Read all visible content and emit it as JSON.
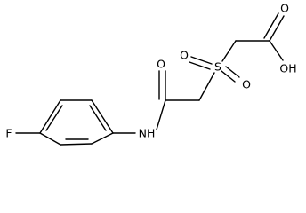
{
  "molecule": {
    "atoms": {
      "fluorine": "F",
      "amide_nitrogen": "NH",
      "amide_oxygen": "O",
      "sulfur": "S",
      "sulfonyl_oxygen_left": "O",
      "sulfonyl_oxygen_right": "O",
      "acid_carbonyl_oxygen": "O",
      "acid_hydroxyl": "OH"
    }
  }
}
